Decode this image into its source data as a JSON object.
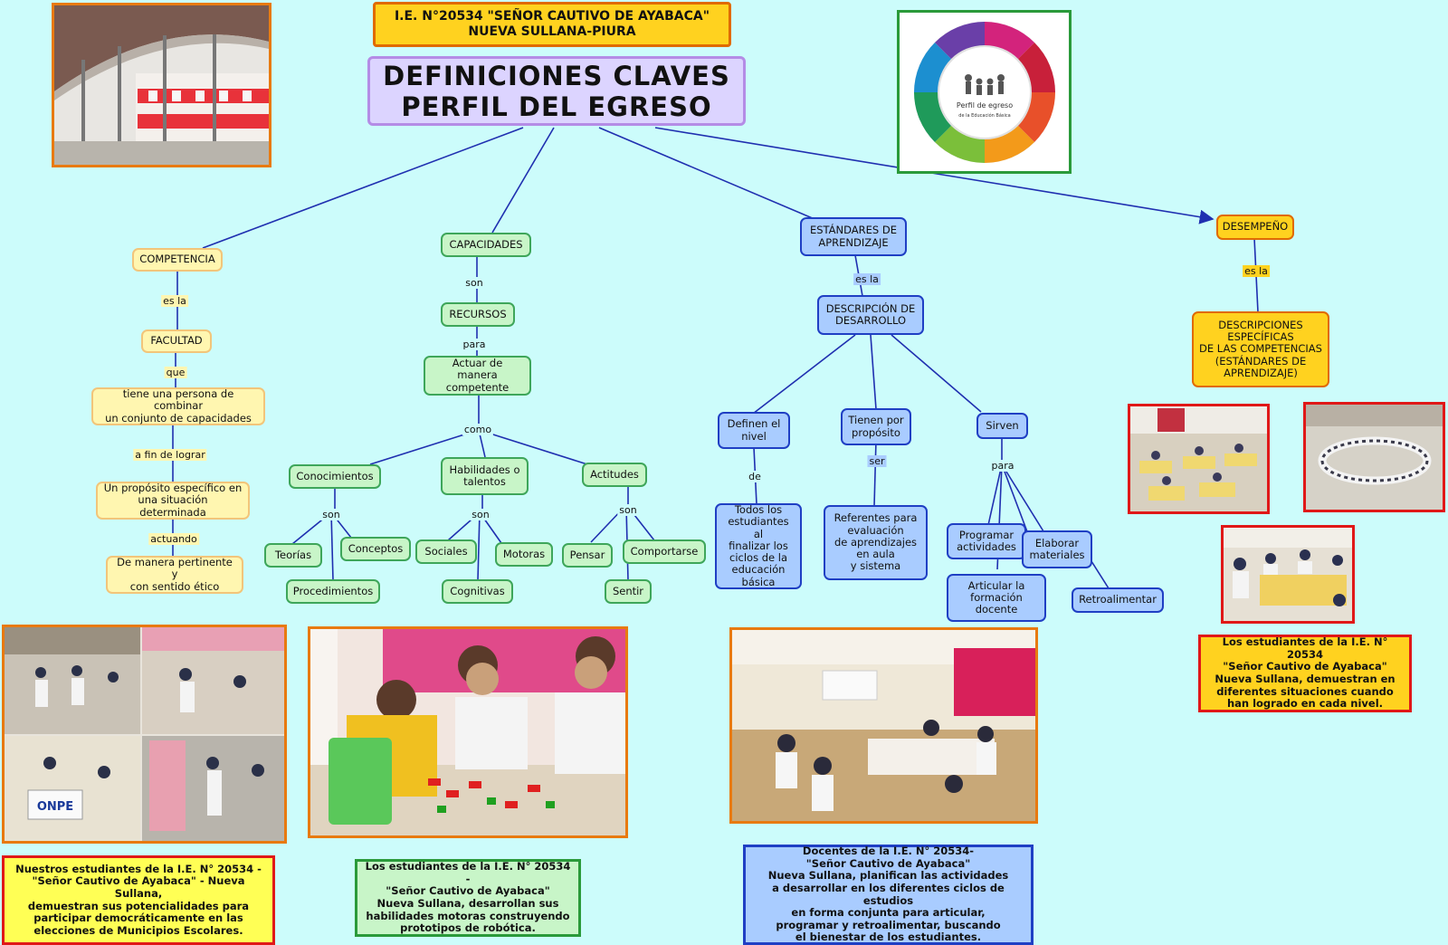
{
  "header": {
    "school_line1": "I.E. N°20534 \"SEÑOR CAUTIVO DE AYABACA\"",
    "school_line2": "NUEVA SULLANA-PIURA",
    "title_line1": "DEFINICIONES  CLAVES",
    "title_line2": "PERFIL DEL EGRESO"
  },
  "logo": {
    "title": "Perfil de egreso",
    "subtitle": "de la Educación Básica"
  },
  "competencia": {
    "node": "COMPETENCIA",
    "link1": "es la",
    "facultad": "FACULTAD",
    "link2": "que",
    "def": "tiene una persona de combinar\nun conjunto de capacidades",
    "link3": "a fin de lograr",
    "proposito": "Un propósito específico en\nuna situación determinada",
    "link4": "actuando",
    "manera": "De manera pertinente y\ncon sentido  ético"
  },
  "capacidades": {
    "node": "CAPACIDADES",
    "link1": "son",
    "recursos": "RECURSOS",
    "link2": "para",
    "actuar": "Actuar de manera\ncompetente",
    "link3": "como",
    "conocimientos": "Conocimientos",
    "habilidades": "Habilidades o\ntalentos",
    "actitudes": "Actitudes",
    "son1": "son",
    "son2": "son",
    "son3": "son",
    "teorias": "Teorías",
    "conceptos": "Conceptos",
    "procedimientos": "Procedimientos",
    "sociales": "Sociales",
    "motoras": "Motoras",
    "cognitivas": "Cognitivas",
    "pensar": "Pensar",
    "comportarse": "Comportarse",
    "sentir": "Sentir"
  },
  "estandares": {
    "node": "ESTÁNDARES DE\nAPRENDIZAJE",
    "link1": "es la",
    "descripcion": "DESCRIPCIÓN DE\nDESARROLLO",
    "definen": "Definen el\nnivel",
    "link_de": "de",
    "todos": "Todos los\nestudiantes al\nfinalizar los\nciclos de la\neducación\nbásica",
    "tienen": "Tienen por\npropósito",
    "link_ser": "ser",
    "referentes": "Referentes para\nevaluación\nde aprendizajes\nen aula\ny sistema",
    "sirven": "Sirven",
    "link_para": "para",
    "programar": "Programar\nactividades",
    "elaborar": "Elaborar\nmateriales",
    "articular": "Articular la\nformación\ndocente",
    "retroalimentar": "Retroalimentar"
  },
  "desempeno": {
    "node": "DESEMPEÑO",
    "link1": "es la",
    "desc": "DESCRIPCIONES\nESPECÍFICAS\nDE LAS COMPETENCIAS\n(ESTÁNDARES DE\nAPRENDIZAJE)"
  },
  "captions": {
    "yellow": "Nuestros estudiantes de la I.E. N° 20534 -\n\"Señor Cautivo de Ayabaca\" - Nueva Sullana,\ndemuestran sus potencialidades para\nparticipar democráticamente en las\nelecciones de Municipios Escolares.",
    "green": "Los estudiantes de la I.E. N° 20534 -\n\"Señor Cautivo de Ayabaca\"\nNueva Sullana, desarrollan sus\nhabilidades motoras construyendo\nprototipos de robótica.",
    "blue": "Docentes de la I.E. N° 20534-\n\"Señor Cautivo de Ayabaca\"\nNueva Sullana,  planifican las actividades\na desarrollar en los diferentes ciclos de estudios\nen forma conjunta para articular,\nprogramar y retroalimentar, buscando\nel bienestar de los estudiantes.",
    "orange": "Los estudiantes de la I.E. N° 20534\n\"Señor Cautivo de Ayabaca\"\nNueva Sullana, demuestran en\ndiferentes situaciones cuando\nhan logrado en cada nivel."
  },
  "photo_labels": {
    "ballot": "ONPE"
  },
  "colors": {
    "background": "#ccfcfb",
    "link": "#1f2fb0",
    "green_link": "#1f6fa0",
    "orange": "#ffd21f",
    "red_border": "#e01818"
  }
}
